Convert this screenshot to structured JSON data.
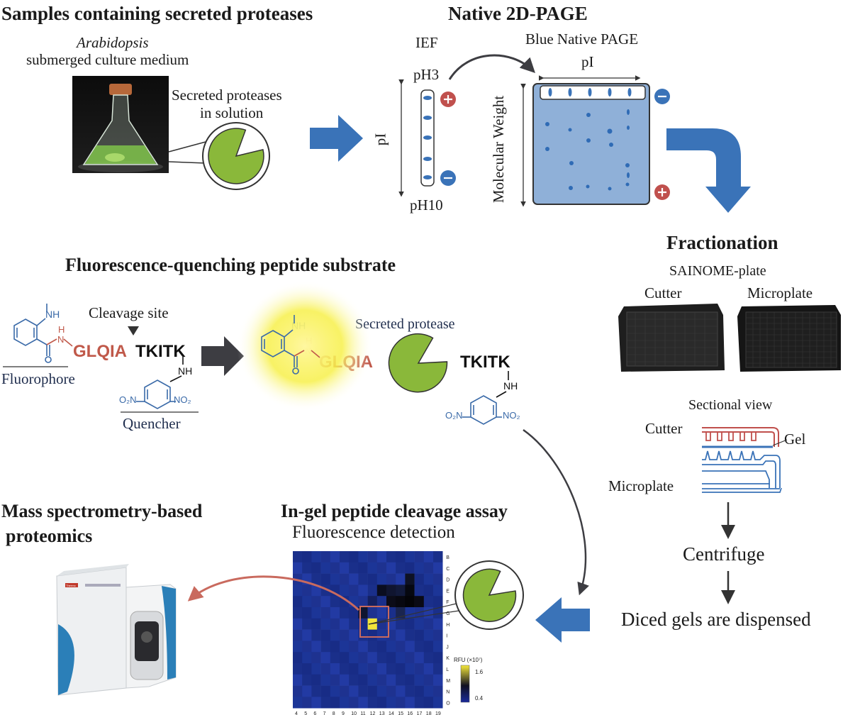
{
  "colors": {
    "arrow_blue": "#3a73b8",
    "pacman_green": "#8ab83a",
    "gel_blue": "#8fb0d8",
    "plus_red": "#c0504d",
    "minus_blue": "#3a73b8",
    "peptide_red": "#c0594a",
    "chem_blue": "#3a6aa8",
    "ms_arrow": "#c96a5e"
  },
  "section1": {
    "title": "Samples containing secreted proteases",
    "species": "Arabidopsis",
    "medium": "submerged culture medium",
    "bubble_line1": "Secreted proteases",
    "bubble_line2": "in solution"
  },
  "section2": {
    "title": "Native 2D-PAGE",
    "ief": "IEF",
    "ph3": "pH3",
    "ph10": "pH10",
    "pi_vertical": "pI",
    "bn_title": "Blue Native PAGE",
    "pi_top": "pI",
    "mw": "Molecular Weight",
    "plus": "+",
    "minus": "−"
  },
  "section3": {
    "title": "Fractionation",
    "plate_name": "SAINOME-plate",
    "cutter": "Cutter",
    "microplate": "Microplate",
    "sectional": "Sectional view",
    "sec_cutter": "Cutter",
    "sec_gel": "Gel",
    "sec_microplate": "Microplate",
    "centrifuge": "Centrifuge",
    "dispensed": "Diced gels are dispensed"
  },
  "section4": {
    "title": "Fluorescence-quenching peptide substrate",
    "cleavage": "Cleavage site",
    "fluorophore": "Fluorophore",
    "quencher": "Quencher",
    "seq_red": "GLQIA",
    "seq_black": "TKITK",
    "secreted_protease": "Secreted protease",
    "nh": "NH",
    "h": "H",
    "n": "N",
    "no2": "NO₂",
    "o2n": "O₂N"
  },
  "section5": {
    "title": "In-gel peptide cleavage assay",
    "subtitle": "Fluorescence detection",
    "rows": [
      "B",
      "C",
      "D",
      "E",
      "F",
      "G",
      "H",
      "I",
      "J",
      "K",
      "L",
      "M",
      "N",
      "O"
    ],
    "cols": [
      "4",
      "5",
      "6",
      "7",
      "8",
      "9",
      "10",
      "11",
      "12",
      "13",
      "14",
      "15",
      "16",
      "17",
      "18",
      "19"
    ],
    "rfu_label": "RFU (×10⁷)",
    "rfu_high": "1.6",
    "rfu_low": "0.4"
  },
  "section6": {
    "title_line1": "Mass spectrometry-based",
    "title_line2": "proteomics",
    "brand": "Thermo"
  }
}
